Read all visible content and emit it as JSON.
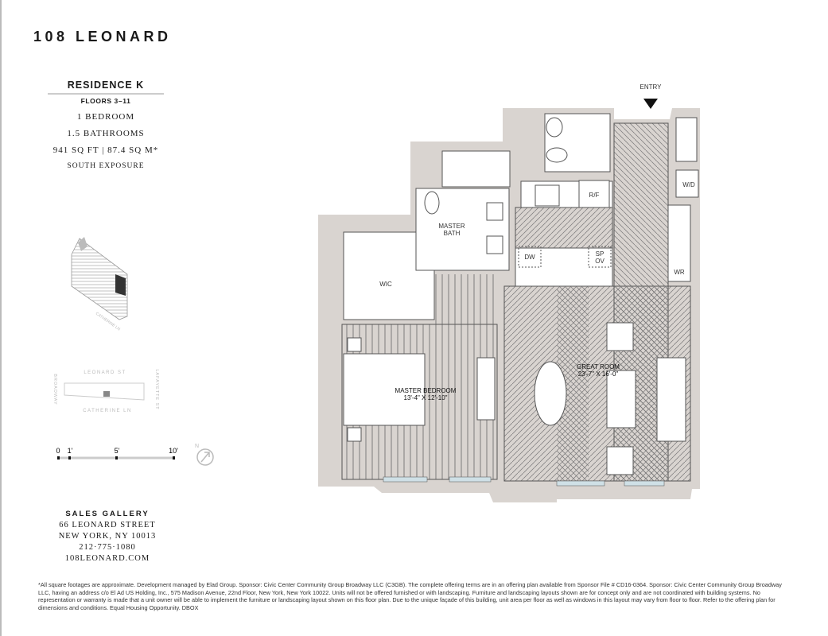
{
  "brand": "108 LEONARD",
  "residence": {
    "name": "RESIDENCE K",
    "floors": "FLOORS 3–11",
    "bedrooms": "1 BEDROOM",
    "bathrooms": "1.5 BATHROOMS",
    "area": "941 SQ FT | 87.4 SQ M*",
    "exposure": "SOUTH EXPOSURE"
  },
  "keyplan": {
    "streets": {
      "north": "LEONARD ST",
      "south": "CATHERINE LN",
      "west": "BROADWAY",
      "east": "LAFAYETTE ST"
    },
    "iso_street": "CATHERINE LN"
  },
  "scale": {
    "ticks": [
      "0",
      "1'",
      "5'",
      "10'"
    ],
    "north": "N"
  },
  "plan": {
    "entry": "ENTRY",
    "rooms": {
      "wic": "WIC",
      "master_bath_1": "MASTER",
      "master_bath_2": "BATH",
      "master_bedroom": "MASTER BEDROOM",
      "master_bedroom_dim": "13'-4\" X 12'-10\"",
      "great_room": "GREAT ROOM",
      "great_room_dim": "23'-7\" X 16'-0\"",
      "rf": "R/F",
      "wd": "W/D",
      "wr": "WR",
      "dw": "DW",
      "sp": "SP",
      "ov": "OV"
    },
    "colors": {
      "wall": "#d9d4d0",
      "line": "#555555",
      "glass": "#cfe0e6"
    }
  },
  "sales": {
    "heading": "SALES GALLERY",
    "street": "66 LEONARD STREET",
    "city": "NEW YORK, NY 10013",
    "phone": "212·775·1080",
    "web": "108LEONARD.COM"
  },
  "footer": "*All square footages are approximate. Development managed by Elad Group. Sponsor: Civic Center Community Group Broadway LLC (C3GB). The complete offering terms are in an offering plan available from Sponsor File # CD16-0364. Sponsor: Civic Center Community Group Broadway LLC, having an address c/o El Ad US Holding, Inc., 575 Madison Avenue, 22nd Floor, New York, New York 10022. Units will not be offered furnished or with landscaping. Furniture and landscaping layouts shown are for concept only and are not coordinated with building systems. No representation or warranty is made that a unit owner will be able to implement the furniture or landscaping layout shown on this floor plan. Due to the unique façade of this building, unit area per floor as well as windows in this layout may vary from floor to floor. Refer to the offering plan for dimensions and conditions. Equal Housing Opportunity. DBOX"
}
